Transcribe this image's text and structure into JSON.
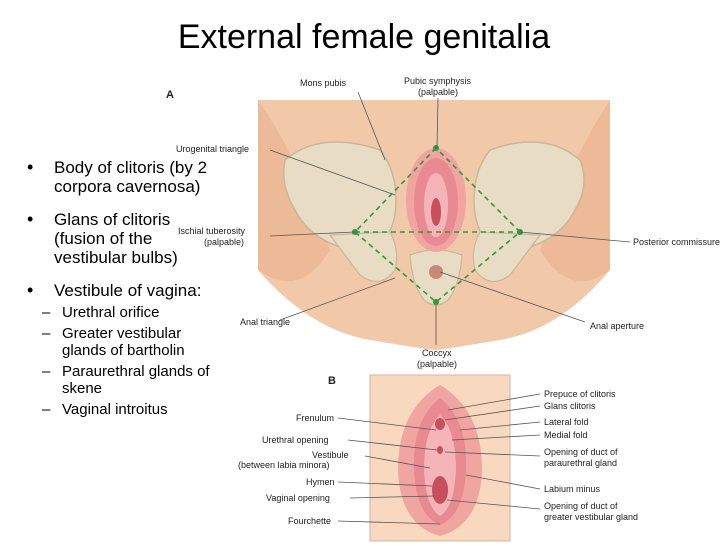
{
  "title": "External female genitalia",
  "bullets": [
    {
      "text": "Body of clitoris (by 2 corpora cavernosa)"
    },
    {
      "text": "Glans of clitoris (fusion of the vestibular bulbs)"
    },
    {
      "text": "Vestibule of vagina:"
    }
  ],
  "sub_bullets": [
    "Urethral orifice",
    "Greater vestibular glands of bartholin",
    "Paraurethral glands of skene",
    "Vaginal introitus"
  ],
  "figure_a": {
    "panel_label": "A",
    "labels": {
      "mons_pubis": "Mons pubis",
      "pubic_symphysis": "Pubic symphysis",
      "pubic_symphysis_note": "(palpable)",
      "urogenital_triangle": "Urogenital triangle",
      "ischial_tuberosity": "Ischial tuberosity",
      "ischial_tuberosity_note": "(palpable)",
      "posterior_commissure": "Posterior commissure",
      "anal_triangle": "Anal triangle",
      "anal_aperture": "Anal aperture",
      "coccyx": "Coccyx",
      "coccyx_note": "(palpable)"
    }
  },
  "figure_b": {
    "panel_label": "B",
    "labels": {
      "frenulum": "Frenulum",
      "urethral_opening": "Urethral opening",
      "vestibule": "Vestibule",
      "vestibule_note": "(between labia minora)",
      "hymen": "Hymen",
      "vaginal_opening": "Vaginal opening",
      "fourchette": "Fourchette",
      "prepuce": "Prepuce of clitoris",
      "glans": "Glans clitoris",
      "lateral_fold": "Lateral fold",
      "medial_fold": "Medial fold",
      "duct_paraurethral_1": "Opening of duct of",
      "duct_paraurethral_2": "paraurethral gland",
      "labium_minus": "Labium minus",
      "duct_vestibular_1": "Opening of duct of",
      "duct_vestibular_2": "greater vestibular gland"
    }
  },
  "colors": {
    "skin": "#f2c9a8",
    "skin_dark": "#e8b08a",
    "bone": "#e8dcc4",
    "bone_edge": "#c8b898",
    "pink": "#e98a92",
    "pink_light": "#f5b5b8",
    "pink_dark": "#c8505e",
    "triangle_line": "#2e9a3c",
    "leader_line": "#555555",
    "panel_b_bg": "#f8d9c0"
  }
}
